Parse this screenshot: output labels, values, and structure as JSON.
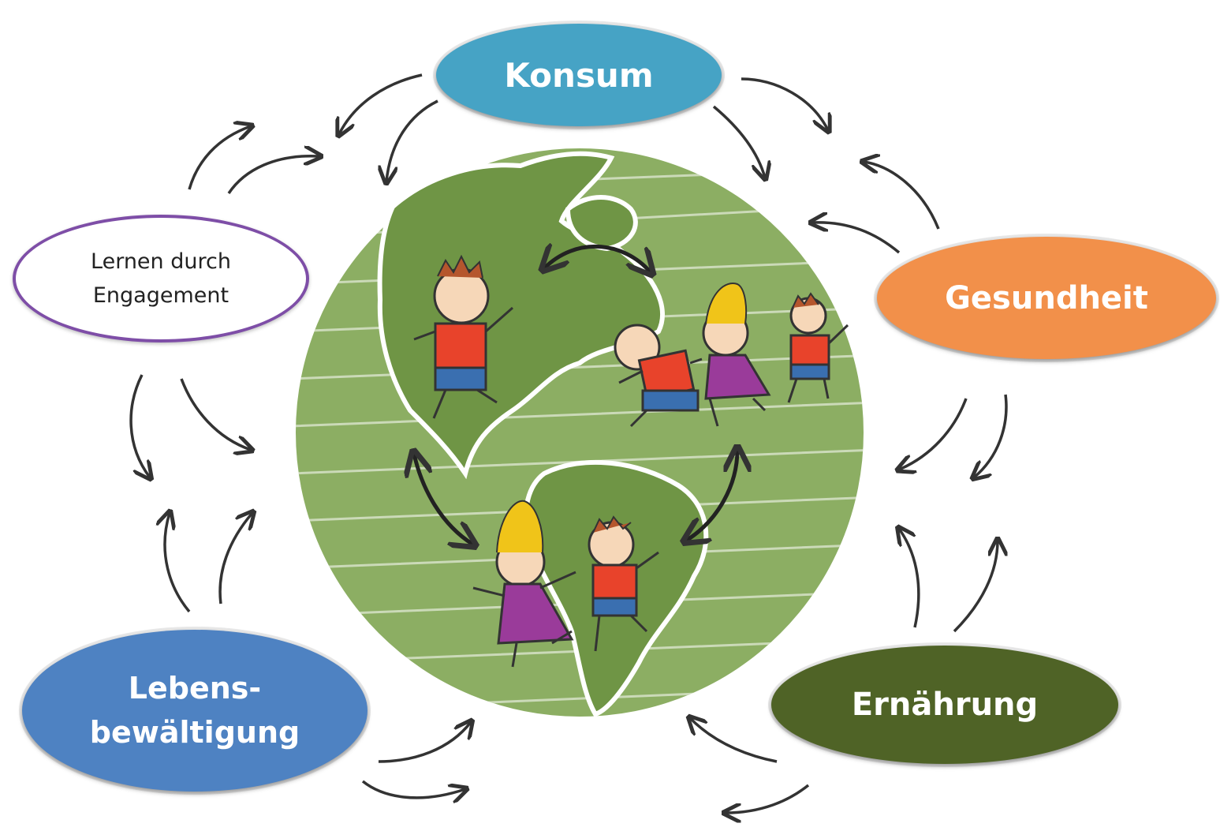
{
  "diagram": {
    "nodes": {
      "konsum": {
        "label": "Konsum",
        "color": "#46a3c5"
      },
      "gesundheit": {
        "label": "Gesundheit",
        "color": "#f2904a"
      },
      "ernaehrung": {
        "label": "Ernährung",
        "color": "#4f6326"
      },
      "lebensbewaeltigung": {
        "label": "Lebens-\nbewältigung",
        "color": "#4e82c2"
      },
      "lernen": {
        "label": "Lernen durch\nEngagement",
        "color": "#ffffff",
        "border_color": "#7e4ea7"
      }
    },
    "globe": {
      "ocean_color": "#8cae63",
      "land_color": "#6f9545",
      "stroke_color": "#ffffff"
    },
    "figures": {
      "shirt_color": "#e8432b",
      "dress_color": "#9a3b9a",
      "hair_blond": "#f0c419",
      "hair_brown": "#b5562d",
      "pants_color": "#3a6fb0"
    },
    "arrow_color": "#333333"
  }
}
